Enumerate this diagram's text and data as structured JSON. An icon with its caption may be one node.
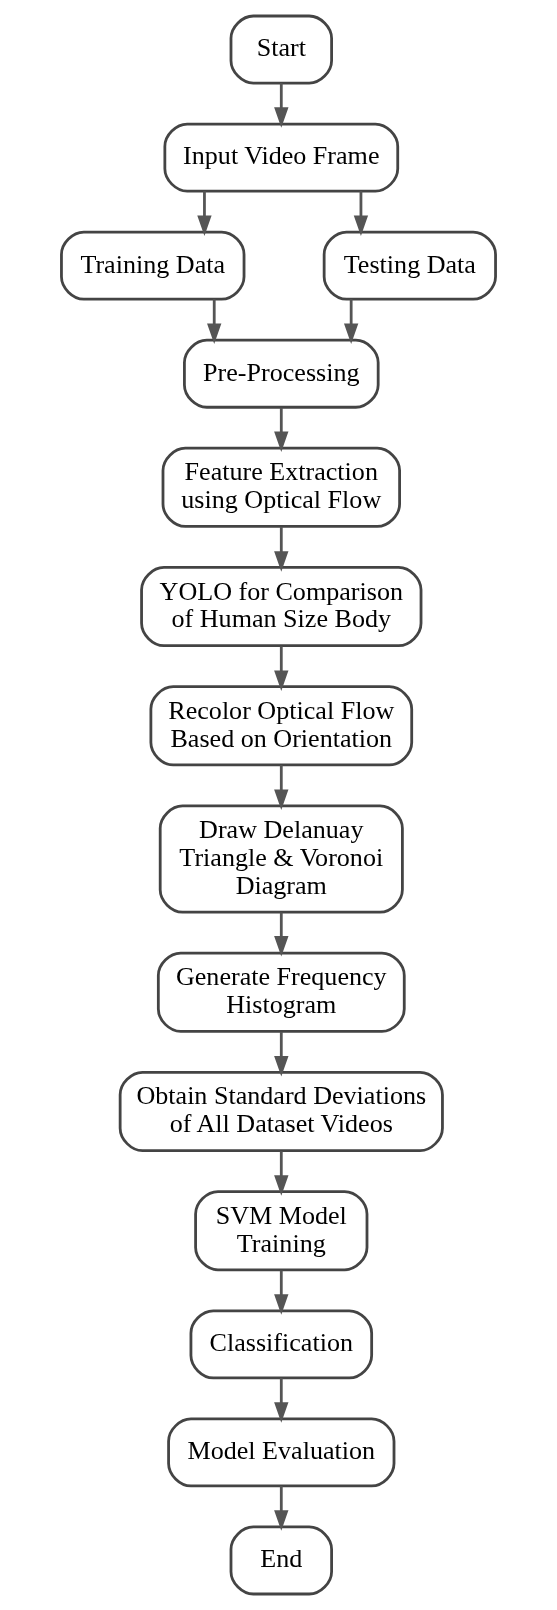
{
  "diagram": {
    "nodes": [
      {
        "text": [
          "Start"
        ]
      },
      {
        "text": [
          "Input Video Frame"
        ]
      },
      {
        "text": [
          "Training Data"
        ]
      },
      {
        "text": [
          "Testing Data"
        ]
      },
      {
        "text": [
          "Pre-Processing"
        ]
      },
      {
        "text": [
          "Feature Extraction using Optical Flow"
        ]
      },
      {
        "text": [
          "YOLO for Comparison of Human Size Body"
        ]
      },
      {
        "text": [
          "Recolor Optical Flow Based on Orientation"
        ]
      },
      {
        "text": [
          "Draw Delanuay Triangle & Voronoi Diagram"
        ]
      },
      {
        "text": [
          "Generate Frequency Histogram"
        ]
      },
      {
        "text": [
          "Obtain Standard Deviations of All Dataset Videos"
        ]
      },
      {
        "text": [
          "SVM Model Training"
        ]
      },
      {
        "text": [
          "Classification"
        ]
      },
      {
        "text": [
          "Model Evaluation"
        ]
      },
      {
        "text": [
          "End"
        ]
      }
    ],
    "edges": [
      {
        "from": 0,
        "to": 1,
        "arrow": "to"
      },
      {
        "from": 1,
        "to": 2,
        "arrow": "to"
      },
      {
        "from": 1,
        "to": 3,
        "arrow": "to"
      },
      {
        "from": 2,
        "to": 4,
        "arrow": "to"
      },
      {
        "from": 3,
        "to": 4,
        "arrow": "to"
      },
      {
        "from": 4,
        "to": 5,
        "arrow": "to"
      },
      {
        "from": 5,
        "to": 6,
        "arrow": "to"
      },
      {
        "from": 6,
        "to": 7,
        "arrow": "to"
      },
      {
        "from": 7,
        "to": 8,
        "arrow": "to"
      },
      {
        "from": 8,
        "to": 9,
        "arrow": "to"
      },
      {
        "from": 9,
        "to": 10,
        "arrow": "to"
      },
      {
        "from": 10,
        "to": 11,
        "arrow": "to"
      },
      {
        "from": 11,
        "to": 12,
        "arrow": "to"
      },
      {
        "from": 12,
        "to": 13,
        "arrow": "to"
      },
      {
        "from": 13,
        "to": 14,
        "arrow": "to"
      }
    ]
  }
}
